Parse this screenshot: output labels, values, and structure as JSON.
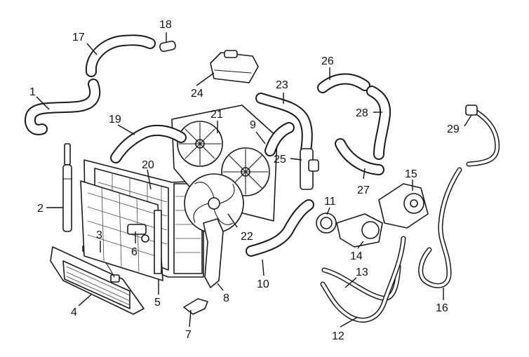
{
  "diagram": {
    "style": "exploded parts diagram, black line art on white",
    "callouts": [
      {
        "number": "1"
      },
      {
        "number": "2"
      },
      {
        "number": "3"
      },
      {
        "number": "4"
      },
      {
        "number": "5"
      },
      {
        "number": "6"
      },
      {
        "number": "7"
      },
      {
        "number": "8"
      },
      {
        "number": "9"
      },
      {
        "number": "10"
      },
      {
        "number": "11"
      },
      {
        "number": "12"
      },
      {
        "number": "13"
      },
      {
        "number": "14"
      },
      {
        "number": "15"
      },
      {
        "number": "16"
      },
      {
        "number": "17"
      },
      {
        "number": "18"
      },
      {
        "number": "19"
      },
      {
        "number": "20"
      },
      {
        "number": "21"
      },
      {
        "number": "22"
      },
      {
        "number": "23"
      },
      {
        "number": "24"
      },
      {
        "number": "25"
      },
      {
        "number": "26"
      },
      {
        "number": "27"
      },
      {
        "number": "28"
      },
      {
        "number": "29"
      }
    ]
  }
}
